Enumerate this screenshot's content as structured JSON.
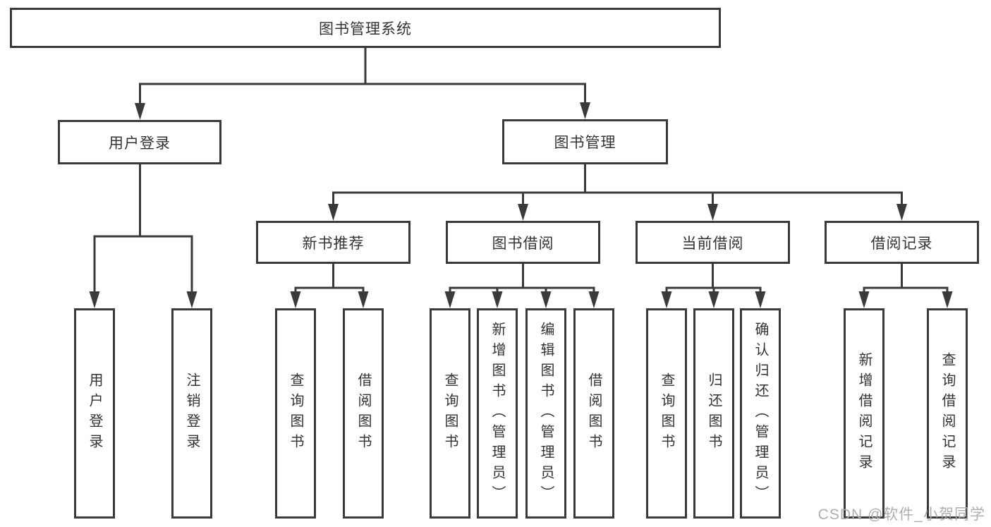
{
  "diagram_title": "图书管理系统",
  "tree": {
    "label": "图书管理系统",
    "children": [
      {
        "label": "用户登录",
        "children": [
          {
            "label": "用户登录"
          },
          {
            "label": "注销登录"
          }
        ]
      },
      {
        "label": "图书管理",
        "children": [
          {
            "label": "新书推荐",
            "children": [
              {
                "label": "查询图书"
              },
              {
                "label": "借阅图书"
              }
            ]
          },
          {
            "label": "图书借阅",
            "children": [
              {
                "label": "查询图书"
              },
              {
                "label": "新增图书（管理员）"
              },
              {
                "label": "编辑图书（管理员）"
              },
              {
                "label": "借阅图书"
              }
            ]
          },
          {
            "label": "当前借阅",
            "children": [
              {
                "label": "查询图书"
              },
              {
                "label": "归还图书"
              },
              {
                "label": "确认归还（管理员）"
              }
            ]
          },
          {
            "label": "借阅记录",
            "children": [
              {
                "label": "新增借阅记录"
              },
              {
                "label": "查询借阅记录"
              }
            ]
          }
        ]
      }
    ]
  },
  "watermark": {
    "text": "CSDN @软件_小贺同学"
  },
  "colors": {
    "line": "#3a3a3a",
    "box_border": "#3a3a3a",
    "text": "#333333",
    "watermark": "#a8abae",
    "background": "#ffffff"
  }
}
